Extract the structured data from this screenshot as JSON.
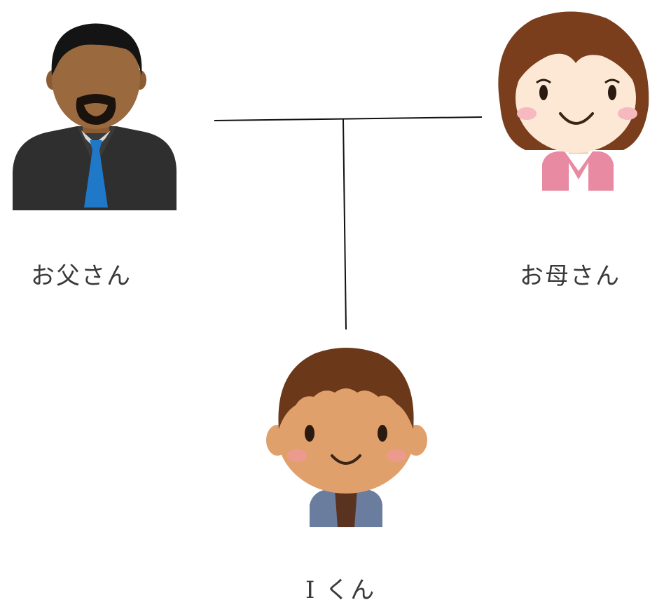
{
  "people": {
    "father": {
      "label": "お父さん",
      "icon": "father-avatar-icon"
    },
    "mother": {
      "label": "お母さん",
      "icon": "mother-avatar-icon"
    },
    "child": {
      "label": "I くん",
      "icon": "child-avatar-icon"
    }
  },
  "connectors": {
    "couple_line": "father-mother",
    "child_line": "couple-child"
  },
  "colors": {
    "line": "#000000",
    "father_skin": "#9a6a3e",
    "father_hair": "#141414",
    "father_suit": "#2f2f2f",
    "father_tie": "#1f78c8",
    "mother_skin": "#fde8d6",
    "mother_hair": "#7a3e1d",
    "mother_top": "#e88aa2",
    "child_skin": "#e0a06b",
    "child_hair": "#6b3819",
    "child_jacket": "#6b7d9e"
  }
}
